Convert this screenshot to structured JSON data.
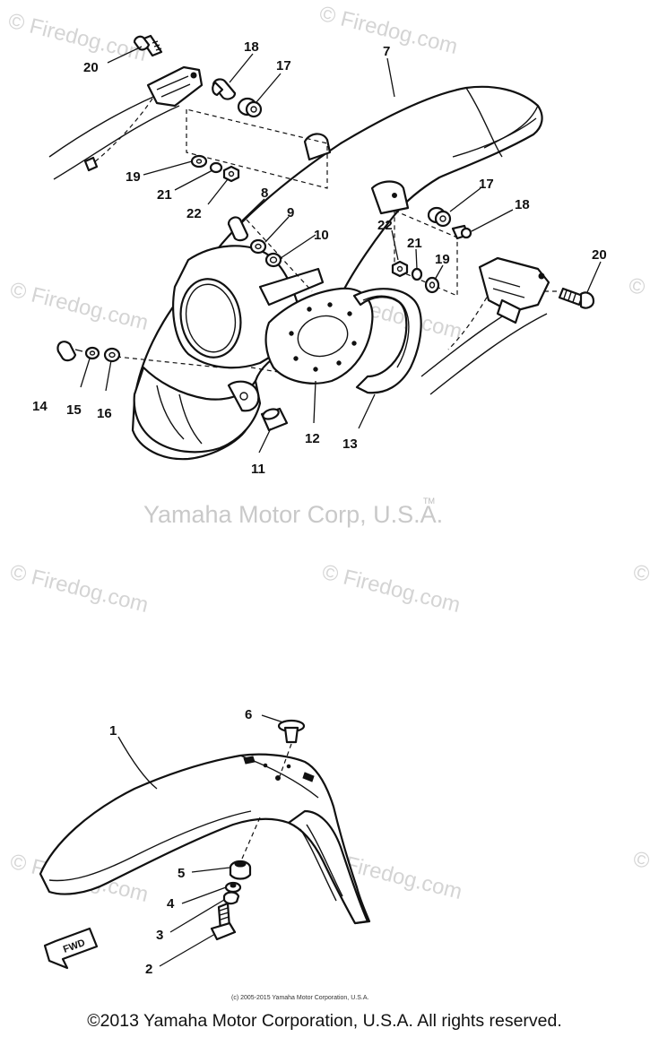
{
  "watermark": "© Firedog.com",
  "brand_text": "Yamaha Motor Corp, U.S.A.",
  "brand_mark": "TM",
  "small_notice": "(c) 2005-2015 Yamaha Motor Corporation, U.S.A.",
  "fwd_label": "FWD",
  "footer": "©2013 Yamaha Motor Corporation, U.S.A. All rights reserved.",
  "callouts": {
    "c1": "1",
    "c2": "2",
    "c3": "3",
    "c4": "4",
    "c5": "5",
    "c6": "6",
    "c7": "7",
    "c8": "8",
    "c9": "9",
    "c10": "10",
    "c11": "11",
    "c12": "12",
    "c13": "13",
    "c14": "14",
    "c15": "15",
    "c16": "16",
    "c17a": "17",
    "c17b": "17",
    "c18a": "18",
    "c18b": "18",
    "c19a": "19",
    "c19b": "19",
    "c20a": "20",
    "c20b": "20",
    "c21a": "21",
    "c21b": "21",
    "c22a": "22",
    "c22b": "22"
  }
}
